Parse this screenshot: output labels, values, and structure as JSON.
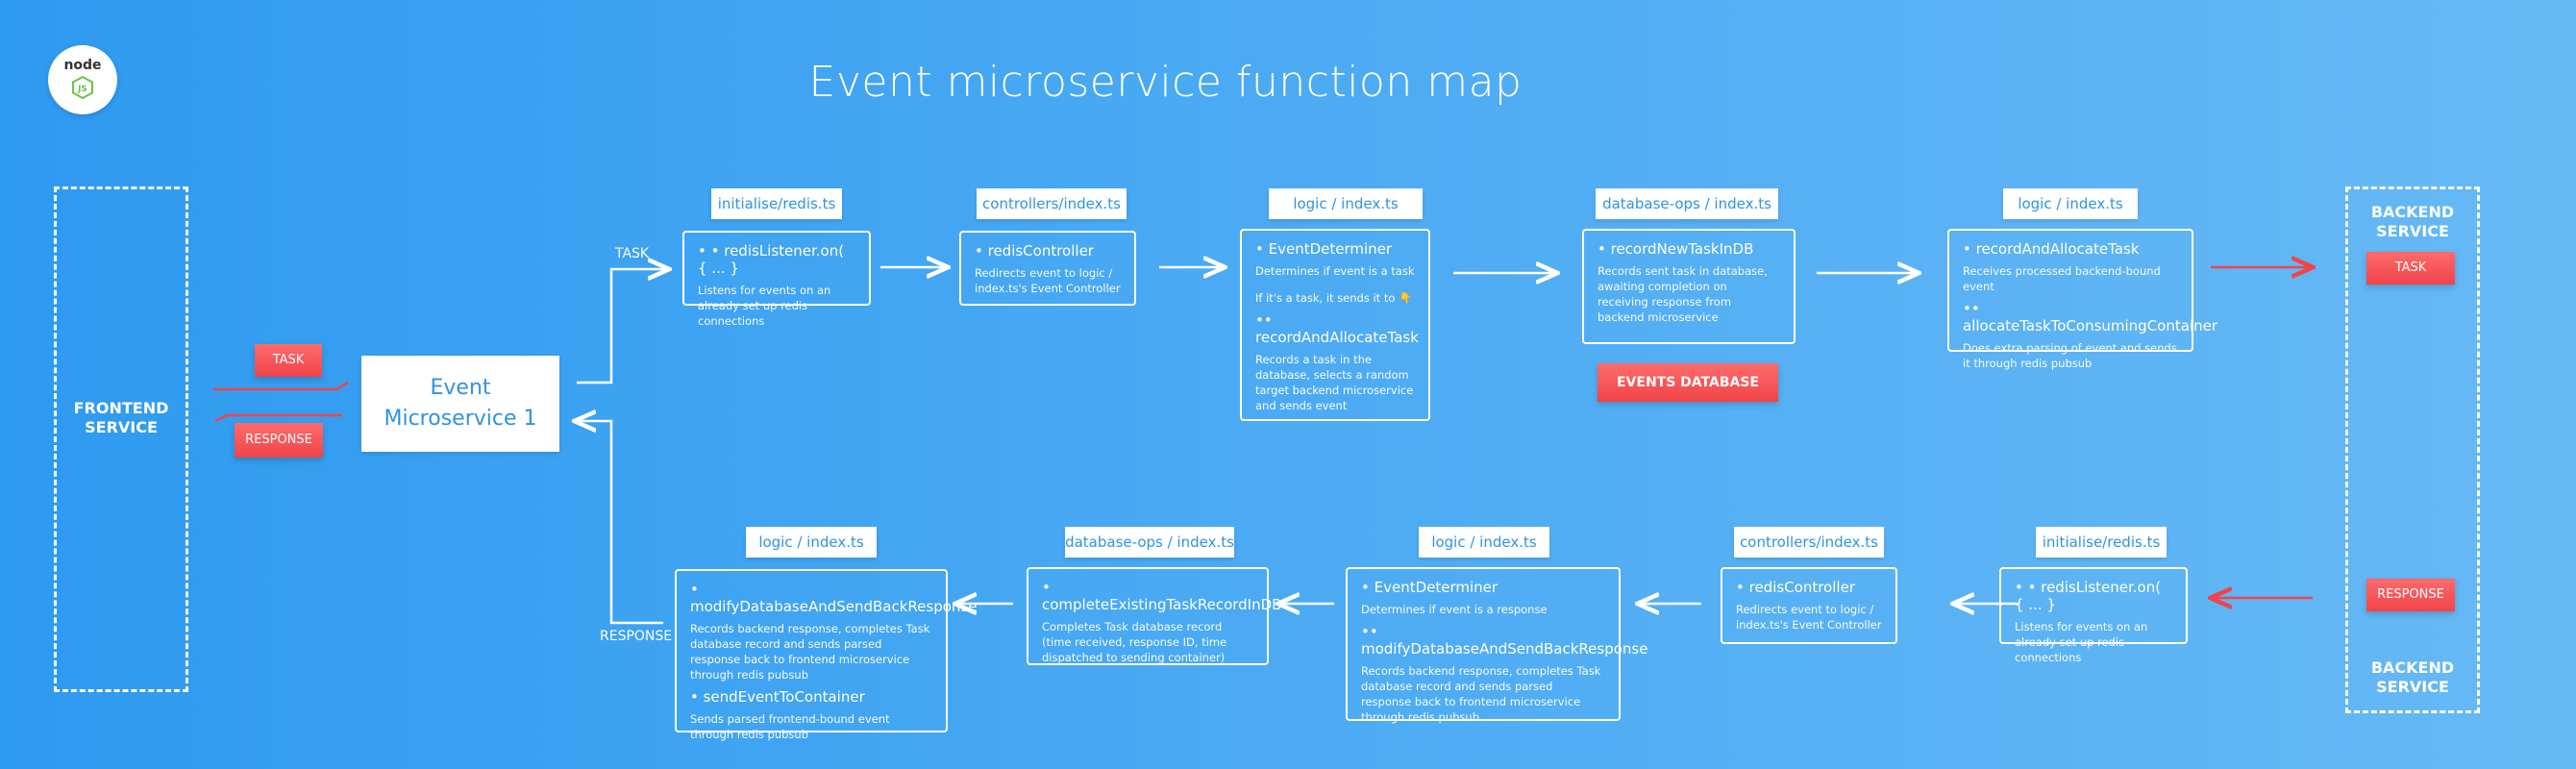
{
  "title": "Event microservice function map",
  "logo": {
    "word": "node",
    "mark": "JS"
  },
  "frontend": {
    "label": "FRONTEND SERVICE"
  },
  "backend": {
    "label_top": "BACKEND SERVICE",
    "label_bottom": "BACKEND SERVICE"
  },
  "microservice": {
    "line1": "Event",
    "line2": "Microservice 1"
  },
  "buttons": {
    "task_left": "TASK",
    "response_left": "RESPONSE",
    "task_right": "TASK",
    "response_right": "RESPONSE",
    "events_db": "EVENTS DATABASE"
  },
  "flow_labels": {
    "task": "TASK",
    "response": "RESPONSE"
  },
  "top_row": [
    {
      "tag": "initialise/redis.ts",
      "items": [
        {
          "name": "• • redisListener.on( { ... }",
          "desc": "Listens for events on an already set up redis connections"
        }
      ]
    },
    {
      "tag": "controllers/index.ts",
      "items": [
        {
          "name": "• redisController",
          "desc": "Redirects event to logic / index.ts's Event Controller"
        }
      ]
    },
    {
      "tag": "logic / index.ts",
      "items": [
        {
          "name": "• EventDeterminer",
          "desc": "Determines if event is a task"
        },
        {
          "name": "",
          "desc": "If it's a task, it sends it to 👇"
        },
        {
          "name": "•• recordAndAllocateTask",
          "desc": "Records a task in the database, selects a random target backend microservice and sends event"
        }
      ]
    },
    {
      "tag": "database-ops / index.ts",
      "items": [
        {
          "name": "• recordNewTaskInDB",
          "desc": "Records sent task in database, awaiting completion on receiving response from backend microservice"
        }
      ]
    },
    {
      "tag": "logic / index.ts",
      "items": [
        {
          "name": "• recordAndAllocateTask",
          "desc": "Receives processed backend-bound event"
        },
        {
          "name": "•• allocateTaskToConsumingContainer",
          "desc": "Does extra parsing of event and sends it through redis pubsub"
        }
      ]
    }
  ],
  "bottom_row": [
    {
      "tag": "logic / index.ts",
      "items": [
        {
          "name": "• modifyDatabaseAndSendBackResponse",
          "desc": "Records backend response, completes Task database record and sends parsed response back to frontend microservice through redis pubsub"
        },
        {
          "name": "• sendEventToContainer",
          "desc": "Sends parsed frontend-bound event through redis pubsub"
        }
      ]
    },
    {
      "tag": "database-ops / index.ts",
      "items": [
        {
          "name": "• completeExistingTaskRecordInDB",
          "desc": "Completes Task database record (time received, response ID, time dispatched to sending container)"
        }
      ]
    },
    {
      "tag": "logic / index.ts",
      "items": [
        {
          "name": "• EventDeterminer",
          "desc": "Determines if event is a response"
        },
        {
          "name": "•• modifyDatabaseAndSendBackResponse",
          "desc": "Records backend response, completes Task database record and sends parsed response back to frontend microservice through redis pubsub"
        }
      ]
    },
    {
      "tag": "controllers/index.ts",
      "items": [
        {
          "name": "• redisController",
          "desc": "Redirects event to logic / index.ts's Event Controller"
        }
      ]
    },
    {
      "tag": "initialise/redis.ts",
      "items": [
        {
          "name": "• • redisListener.on( { ... }",
          "desc": "Listens for events on an already set up redis connections"
        }
      ]
    }
  ],
  "colors": {
    "background_start": "#2e9af0",
    "background_end": "#67b9f5",
    "accent_red": "#f0444a",
    "tag_text": "#2f93e0"
  },
  "icons": {
    "logo": "nodejs-logo-icon",
    "pointing_down": "pointing-down-emoji-icon"
  }
}
